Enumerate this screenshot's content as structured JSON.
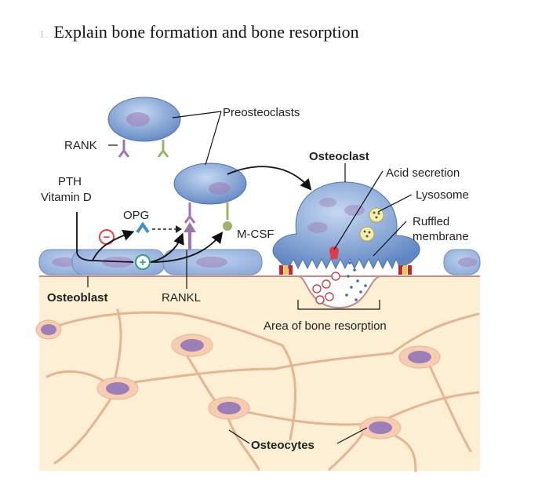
{
  "question": {
    "number": "1.",
    "text": "Explain bone formation and bone resorption"
  },
  "diagram": {
    "labels": {
      "preosteoclasts": "Preosteoclasts",
      "rank": "RANK",
      "osteoclast": "Osteoclast",
      "pth": "PTH",
      "vitamin_d": "Vitamin D",
      "opg": "OPG",
      "mcsf": "M-CSF",
      "acid_secretion": "Acid secretion",
      "lysosome": "Lysosome",
      "ruffled": "Ruffled",
      "membrane": "membrane",
      "osteoblast": "Osteoblast",
      "rankl": "RANKL",
      "area_resorption": "Area of bone resorption",
      "osteocytes": "Osteocytes"
    },
    "symbols": {
      "minus": "−",
      "plus": "+"
    },
    "colors": {
      "bone_matrix": "#fcefd3",
      "cell_blue": "#8eaedc",
      "nucleus_purple": "#9d7fb8",
      "osteocyte_body": "#f6cdb0",
      "opg_blue": "#3d8fd1",
      "rank_purple": "#9d74b0",
      "mcsf_green": "#9bb465",
      "minus_red": "#e0443c",
      "plus_green": "#35a27a",
      "acid_red": "#e03a4b"
    }
  }
}
